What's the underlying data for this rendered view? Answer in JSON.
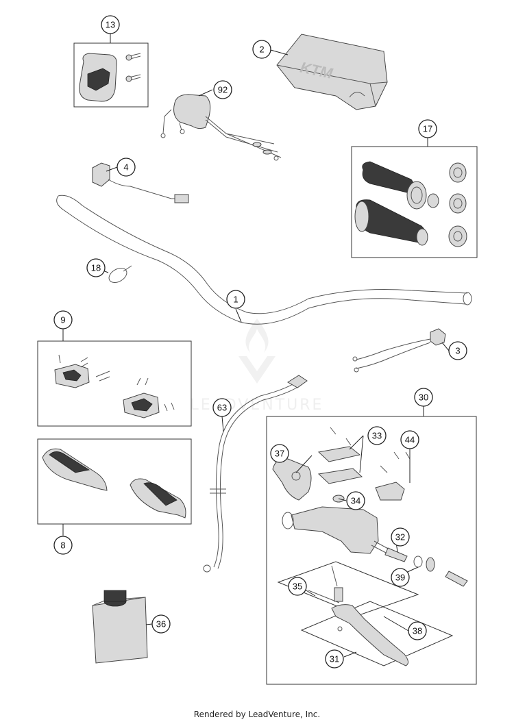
{
  "callouts": [
    {
      "id": "c1",
      "label": "1"
    },
    {
      "id": "c2",
      "label": "2"
    },
    {
      "id": "c3",
      "label": "3"
    },
    {
      "id": "c4",
      "label": "4"
    },
    {
      "id": "c8",
      "label": "8"
    },
    {
      "id": "c9",
      "label": "9"
    },
    {
      "id": "c13",
      "label": "13"
    },
    {
      "id": "c17",
      "label": "17"
    },
    {
      "id": "c18",
      "label": "18"
    },
    {
      "id": "c30",
      "label": "30"
    },
    {
      "id": "c31",
      "label": "31"
    },
    {
      "id": "c32",
      "label": "32"
    },
    {
      "id": "c33",
      "label": "33"
    },
    {
      "id": "c34",
      "label": "34"
    },
    {
      "id": "c35",
      "label": "35"
    },
    {
      "id": "c36",
      "label": "36"
    },
    {
      "id": "c37",
      "label": "37"
    },
    {
      "id": "c38",
      "label": "38"
    },
    {
      "id": "c39",
      "label": "39"
    },
    {
      "id": "c44",
      "label": "44"
    },
    {
      "id": "c63",
      "label": "63"
    },
    {
      "id": "c92",
      "label": "92"
    }
  ],
  "pad_logo": "KTM",
  "watermark": "LEADVENTURE",
  "footer": "Rendered by LeadVenture, Inc.",
  "colors": {
    "line": "#555555",
    "callout_stroke": "#222222",
    "grip": "#3a3a3a",
    "watermark": "#e3e3e3"
  }
}
